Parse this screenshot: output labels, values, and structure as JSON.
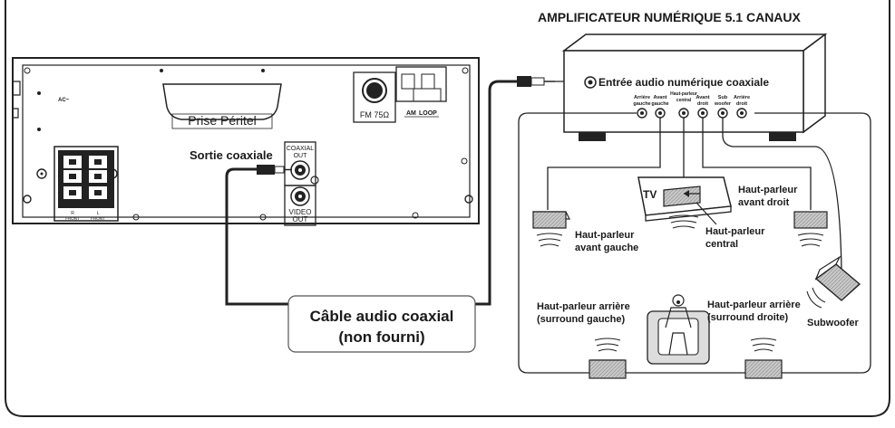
{
  "amplifier": {
    "title": "AMPLIFICATEUR NUMÉRIQUE 5.1 CANAUX",
    "digital_input_label": "Entrée audio numérique coaxiale",
    "outputs": {
      "rear_left": [
        "Arrière",
        "gauche"
      ],
      "front_left": [
        "Avant",
        "gauche"
      ],
      "center": [
        "Haut-parleur",
        "central"
      ],
      "front_right": [
        "Avant",
        "droit"
      ],
      "subwoofer": [
        "Sub",
        "woofer"
      ],
      "rear_right": [
        "Arrière",
        "droit"
      ]
    }
  },
  "rear_panel": {
    "scart_label": "Prise Péritel",
    "ac_label": "AC~",
    "fm_label": "FM 75Ω",
    "am_label": "AM",
    "loop_label": "LOOP",
    "coaxial_out_label": [
      "COAXIAL",
      "OUT"
    ],
    "video_out_label": [
      "VIDEO",
      "OUT"
    ],
    "coaxial_out_caption": "Sortie coaxiale",
    "front_r_label": [
      "R",
      "FRONT"
    ],
    "front_l_label": [
      "L",
      "FRONT"
    ]
  },
  "cable": {
    "line1": "Câble audio coaxial",
    "line2": "(non fourni)"
  },
  "room": {
    "tv_label": "TV",
    "speakers": {
      "front_right": [
        "Haut-parleur",
        "avant droit"
      ],
      "front_left": [
        "Haut-parleur",
        "avant gauche"
      ],
      "center": [
        "Haut-parleur",
        "central"
      ],
      "rear_left": [
        "Haut-parleur arrière",
        "(surround gauche)"
      ],
      "rear_right": [
        "Haut-parleur arrière",
        "(surround droite)"
      ],
      "subwoofer": "Subwoofer"
    }
  }
}
